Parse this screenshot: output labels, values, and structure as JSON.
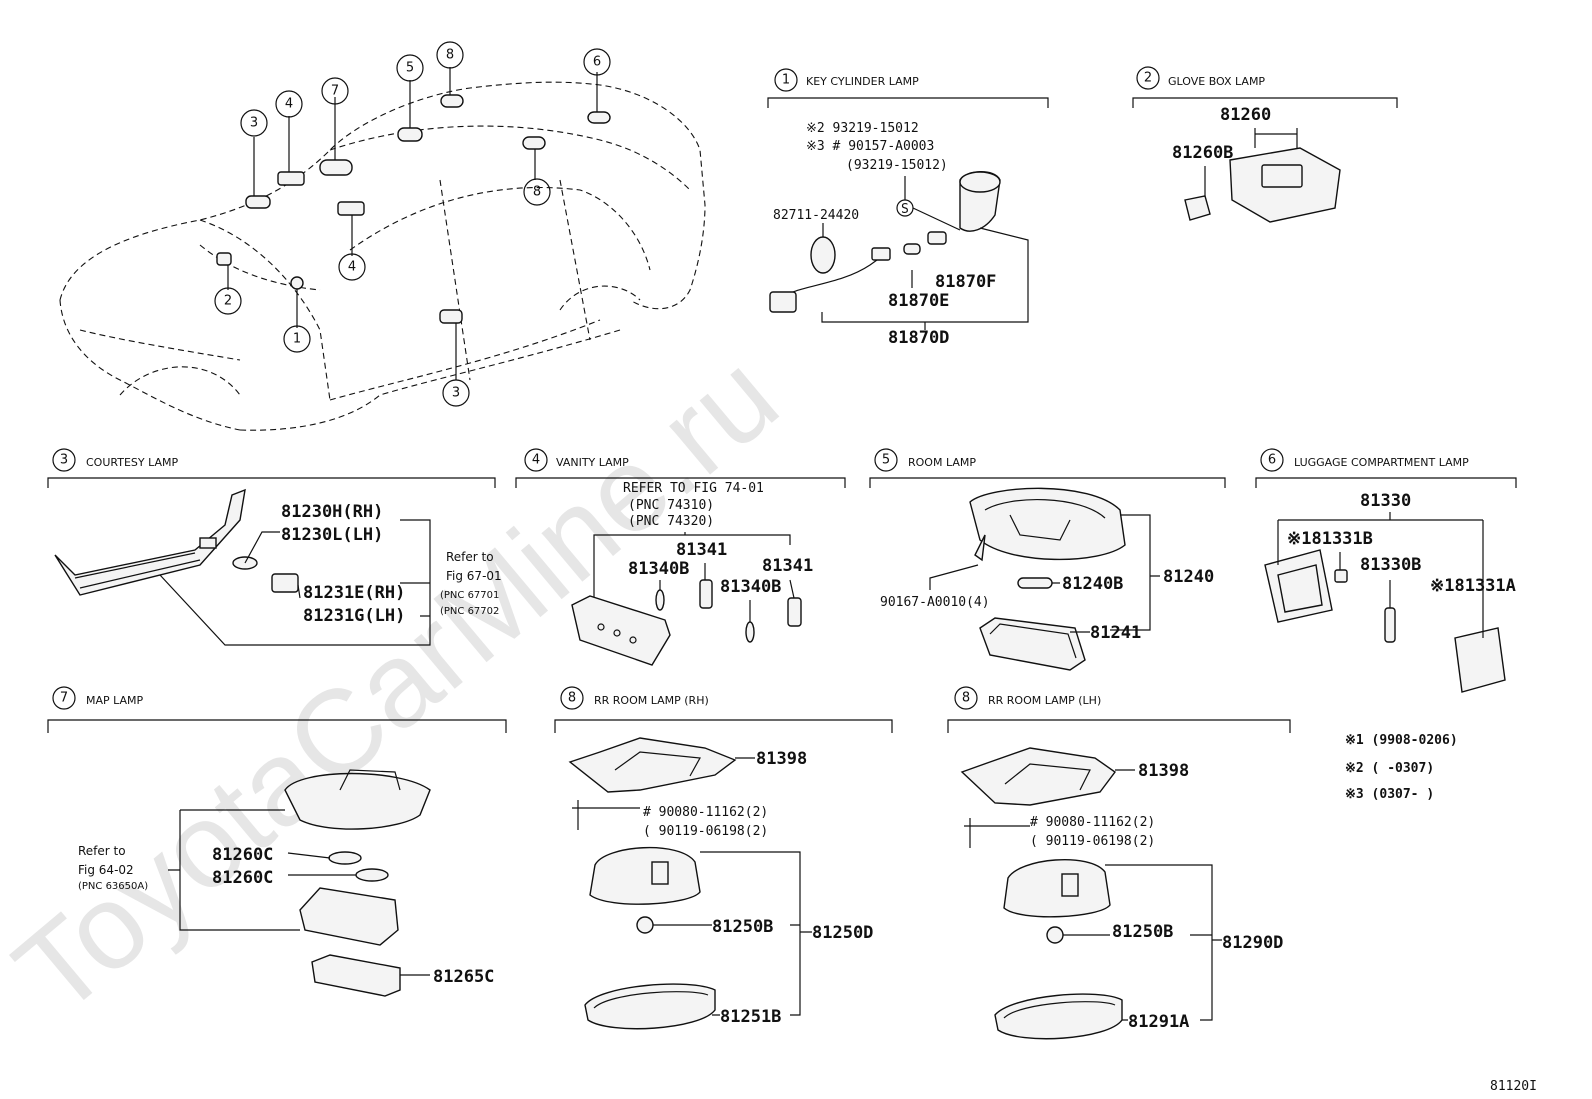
{
  "watermark": "ToyotaCarMine.ru",
  "figure_id": "81120I",
  "overview_callouts": [
    "3",
    "4",
    "7",
    "5",
    "8",
    "6",
    "8",
    "2",
    "1",
    "4",
    "3"
  ],
  "sections": {
    "key_cylinder": {
      "num": "1",
      "title": "KEY CYLINDER LAMP",
      "notes": [
        "※2  93219-15012",
        "※3 # 90157-A0003",
        "(93219-15012)"
      ],
      "parts": [
        "82711-24420",
        "81870F",
        "81870E",
        "81870D"
      ]
    },
    "glove_box": {
      "num": "2",
      "title": "GLOVE  BOX  LAMP",
      "parts": [
        "81260",
        "81260B"
      ]
    },
    "courtesy": {
      "num": "3",
      "title": "COURTESY LAMP",
      "parts": [
        "81230H(RH)",
        "81230L(LH)",
        "81231E(RH)",
        "81231G(LH)"
      ],
      "refer": [
        "Refer to",
        "Fig 67-01",
        "(PNC 67701",
        "(PNC 67702"
      ]
    },
    "vanity": {
      "num": "4",
      "title": "VANITY LAMP",
      "refer": [
        "REFER  TO  FIG  74-01",
        "(PNC  74310)",
        "(PNC  74320)"
      ],
      "parts": [
        "81341",
        "81340B",
        "81341",
        "81340B"
      ]
    },
    "room": {
      "num": "5",
      "title": "ROOM LAMP",
      "parts": [
        "90167-A0010(4)",
        "81240B",
        "81240",
        "81241"
      ]
    },
    "luggage": {
      "num": "6",
      "title": "LUGGAGE COMPARTMENT LAMP",
      "parts": [
        "81330",
        "※181331B",
        "81330B",
        "※181331A"
      ]
    },
    "map": {
      "num": "7",
      "title": "MAP LAMP",
      "refer": [
        "Refer to",
        "Fig  64-02",
        "(PNC 63650A)"
      ],
      "parts": [
        "81260C",
        "81260C",
        "81265C"
      ]
    },
    "rr_room_rh": {
      "num": "8",
      "title": "RR ROOM LAMP (RH)",
      "parts": [
        "81398",
        "# 90080-11162(2)",
        "( 90119-06198(2)",
        "81250B",
        "81250D",
        "81251B"
      ]
    },
    "rr_room_lh": {
      "num": "8",
      "title": "RR ROOM LAMP (LH)",
      "parts": [
        "81398",
        "# 90080-11162(2)",
        "( 90119-06198(2)",
        "81250B",
        "81290D",
        "81291A"
      ]
    }
  },
  "footnotes": [
    "※1 (9908-0206)",
    "※2 (       -0307)",
    "※3 (0307-        )"
  ]
}
